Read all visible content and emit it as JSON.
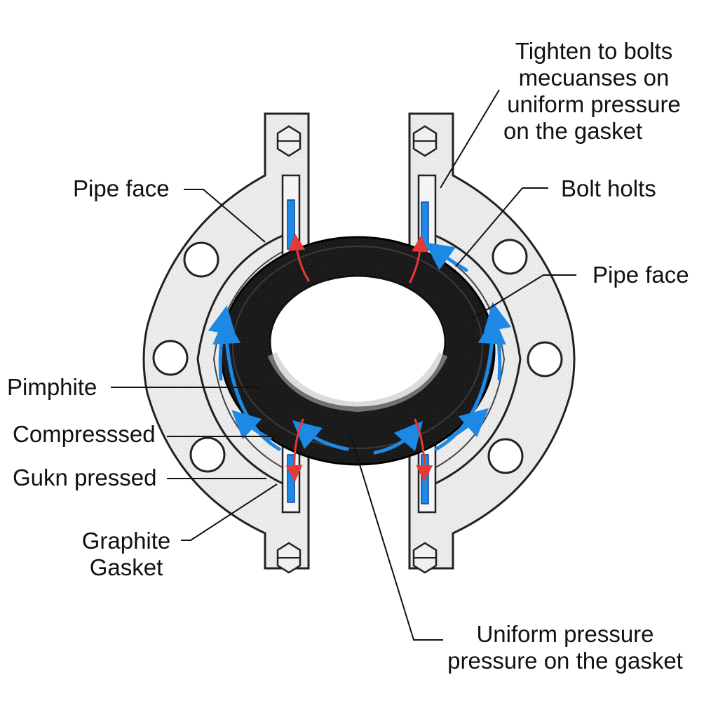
{
  "labels": {
    "tighten": [
      "Tighten to bolts",
      "mecuanses  on",
      "uniform pressure",
      "on the gasket"
    ],
    "pipe_face_left": "Pipe face",
    "bolt_holts": "Bolt holts",
    "pipe_face_right": "Pipe face",
    "pimphite": "Pimphite",
    "compressed": "Compresssed",
    "gukn_pressed": "Gukn pressed",
    "graphite_gasket": [
      "Graphite",
      "Gasket"
    ],
    "uniform_pressure": [
      "Uniform pressure",
      "pressure on the gasket"
    ]
  },
  "colors": {
    "outline": "#222222",
    "flange_fill": "#ececec",
    "gasket": "#1a1a1a",
    "pressure_arrow": "#1e88e5",
    "force_arrow": "#e53935",
    "leader": "#111111"
  }
}
